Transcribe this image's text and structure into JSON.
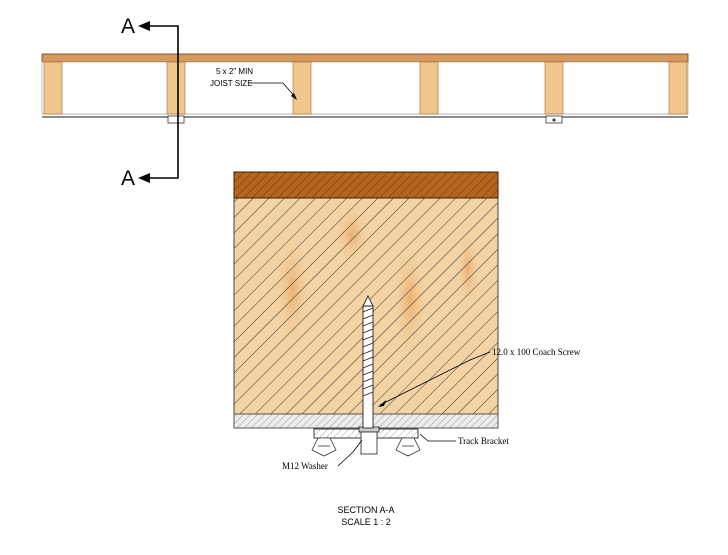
{
  "section_markers": {
    "top_letter": "A",
    "bottom_letter": "A"
  },
  "joist_callout": {
    "line1": "5 x 2\" MIN",
    "line2": "JOIST SIZE"
  },
  "section_labels": {
    "coach_screw": "12.0  x 100 Coach Screw",
    "track_bracket": "Track Bracket",
    "washer": "M12 Washer"
  },
  "title_block": {
    "title": "SECTION A-A",
    "scale": "SCALE 1 : 2"
  },
  "colors": {
    "timber_light": "#f3d3a4",
    "timber_grain": "#e9b77a",
    "timber_dark": "#b5651d",
    "plate": "#dcdcdc",
    "line": "#000000"
  }
}
